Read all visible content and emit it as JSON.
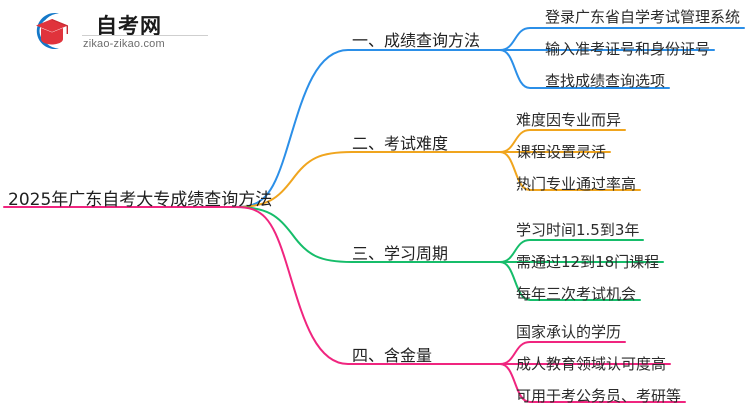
{
  "logo": {
    "name_cn": "自考网",
    "url": "zikao-zikao.com",
    "mark_icon": "graduation-cap-logo-icon",
    "arc_color": "#1478c8",
    "cap_color": "#e0333c"
  },
  "mindmap": {
    "root": {
      "label": "2025年广东自考大专成绩查询方法"
    },
    "branches": [
      {
        "label": "一、成绩查询方法",
        "color": "#2b8fe8",
        "children": [
          {
            "label": "登录广东省自学考试管理系统"
          },
          {
            "label": "输入准考证号和身份证号"
          },
          {
            "label": "查找成绩查询选项"
          }
        ]
      },
      {
        "label": "二、考试难度",
        "color": "#f0a51e",
        "children": [
          {
            "label": "难度因专业而异"
          },
          {
            "label": "课程设置灵活"
          },
          {
            "label": "热门专业通过率高"
          }
        ]
      },
      {
        "label": "三、学习周期",
        "color": "#16bd6a",
        "children": [
          {
            "label": "学习时间1.5到3年"
          },
          {
            "label": "需通过12到18门课程"
          },
          {
            "label": "每年三次考试机会"
          }
        ]
      },
      {
        "label": "四、含金量",
        "color": "#f0257f",
        "children": [
          {
            "label": "国家承认的学历"
          },
          {
            "label": "成人教育领域认可度高"
          },
          {
            "label": "可用于考公务员、考研等"
          }
        ]
      }
    ]
  }
}
